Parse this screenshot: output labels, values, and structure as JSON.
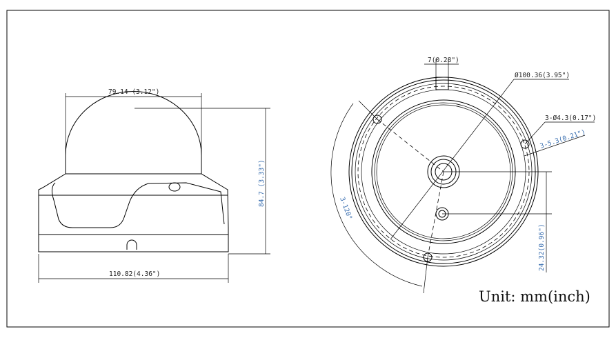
{
  "side_view": {
    "dome_width": "79.14 (3.12\")",
    "height": "84.7 (3.33\")",
    "base_width": "110.82(4.36\")"
  },
  "bottom_view": {
    "slot_width": "7(0.28\")",
    "diameter": "Ø100.36(3.95\")",
    "hole_diameter": "3-Ø4.3(0.17\")",
    "slot_size": "3-5.3(0.21\")",
    "angle": "3-120°",
    "offset": "24.32(0.96\")"
  },
  "unit_note": "Unit: mm(inch)"
}
